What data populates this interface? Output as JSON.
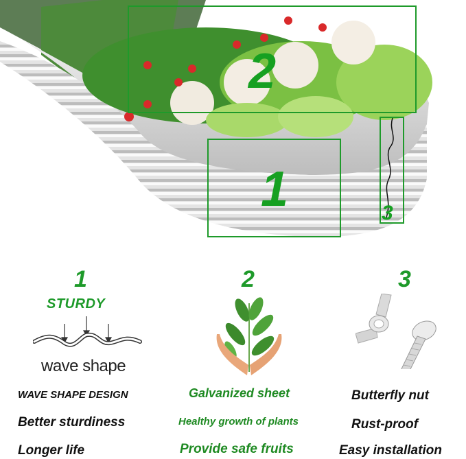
{
  "hero": {
    "description": "Galvanized oval raised garden bed filled with vegetables",
    "callouts": [
      {
        "id": "1",
        "label": "1"
      },
      {
        "id": "2",
        "label": "2"
      },
      {
        "id": "3",
        "label": "3"
      }
    ]
  },
  "features": [
    {
      "number": "1",
      "title": "STURDY",
      "icon": "wave-shape-icon",
      "icon_caption": "wave shape",
      "lines": [
        "WAVE SHAPE DESIGN",
        "Better sturdiness",
        "Longer life"
      ]
    },
    {
      "number": "2",
      "icon": "plant-in-hands-icon",
      "lines": [
        "Galvanized sheet",
        "Healthy growth of plants",
        "Provide safe fruits"
      ]
    },
    {
      "number": "3",
      "icon": "butterfly-nut-and-bolt-icon",
      "lines": [
        "Butterfly nut",
        "Rust-proof",
        "Easy installation"
      ]
    }
  ],
  "colors": {
    "accent_green": "#1e9a2a",
    "text_black": "#111111"
  }
}
